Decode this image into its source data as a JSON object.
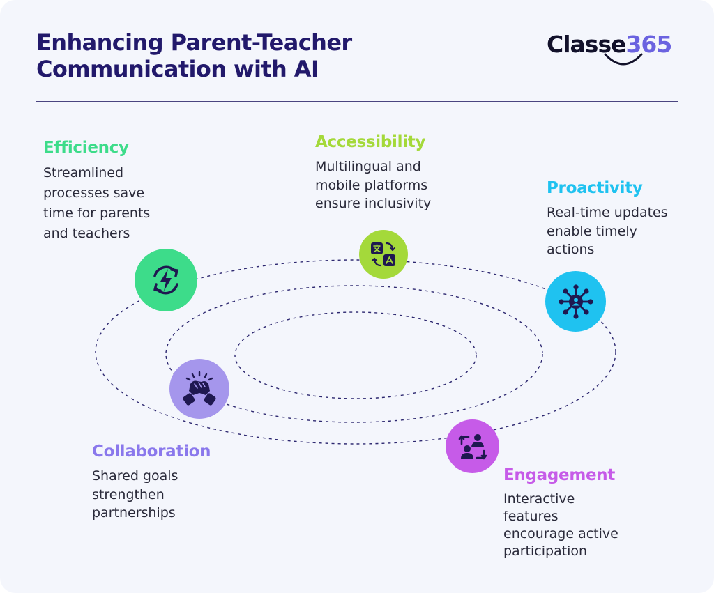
{
  "header": {
    "title": "Enhancing Parent-Teacher Communication with AI"
  },
  "logo": {
    "text": "Classe",
    "number": "365"
  },
  "colors": {
    "title": "#22196b",
    "efficiency": "#3ddc8a",
    "accessibility": "#a4d93a",
    "proactivity": "#1fc2f0",
    "collaboration": "#a596ec",
    "engagement": "#c65be8",
    "icon_ink": "#1f1850",
    "orbit": "#2d2870"
  },
  "pillars": [
    {
      "id": "efficiency",
      "title": "Efficiency",
      "text": "Streamlined\nprocesses save\ntime for parents\nand teachers",
      "icon": "lightning-refresh-icon"
    },
    {
      "id": "accessibility",
      "title": "Accessibility",
      "text": "Multilingual and\nmobile platforms\nensure inclusivity",
      "icon": "translate-icon"
    },
    {
      "id": "proactivity",
      "title": "Proactivity",
      "text": "Real-time updates\nenable timely\nactions",
      "icon": "network-hub-icon"
    },
    {
      "id": "collaboration",
      "title": "Collaboration",
      "text": "Shared goals\nstrengthen\npartnerships",
      "icon": "handshake-icon"
    },
    {
      "id": "engagement",
      "title": "Engagement",
      "text": "Interactive\nfeatures\nencourage active\nparticipation",
      "icon": "people-exchange-icon"
    }
  ]
}
